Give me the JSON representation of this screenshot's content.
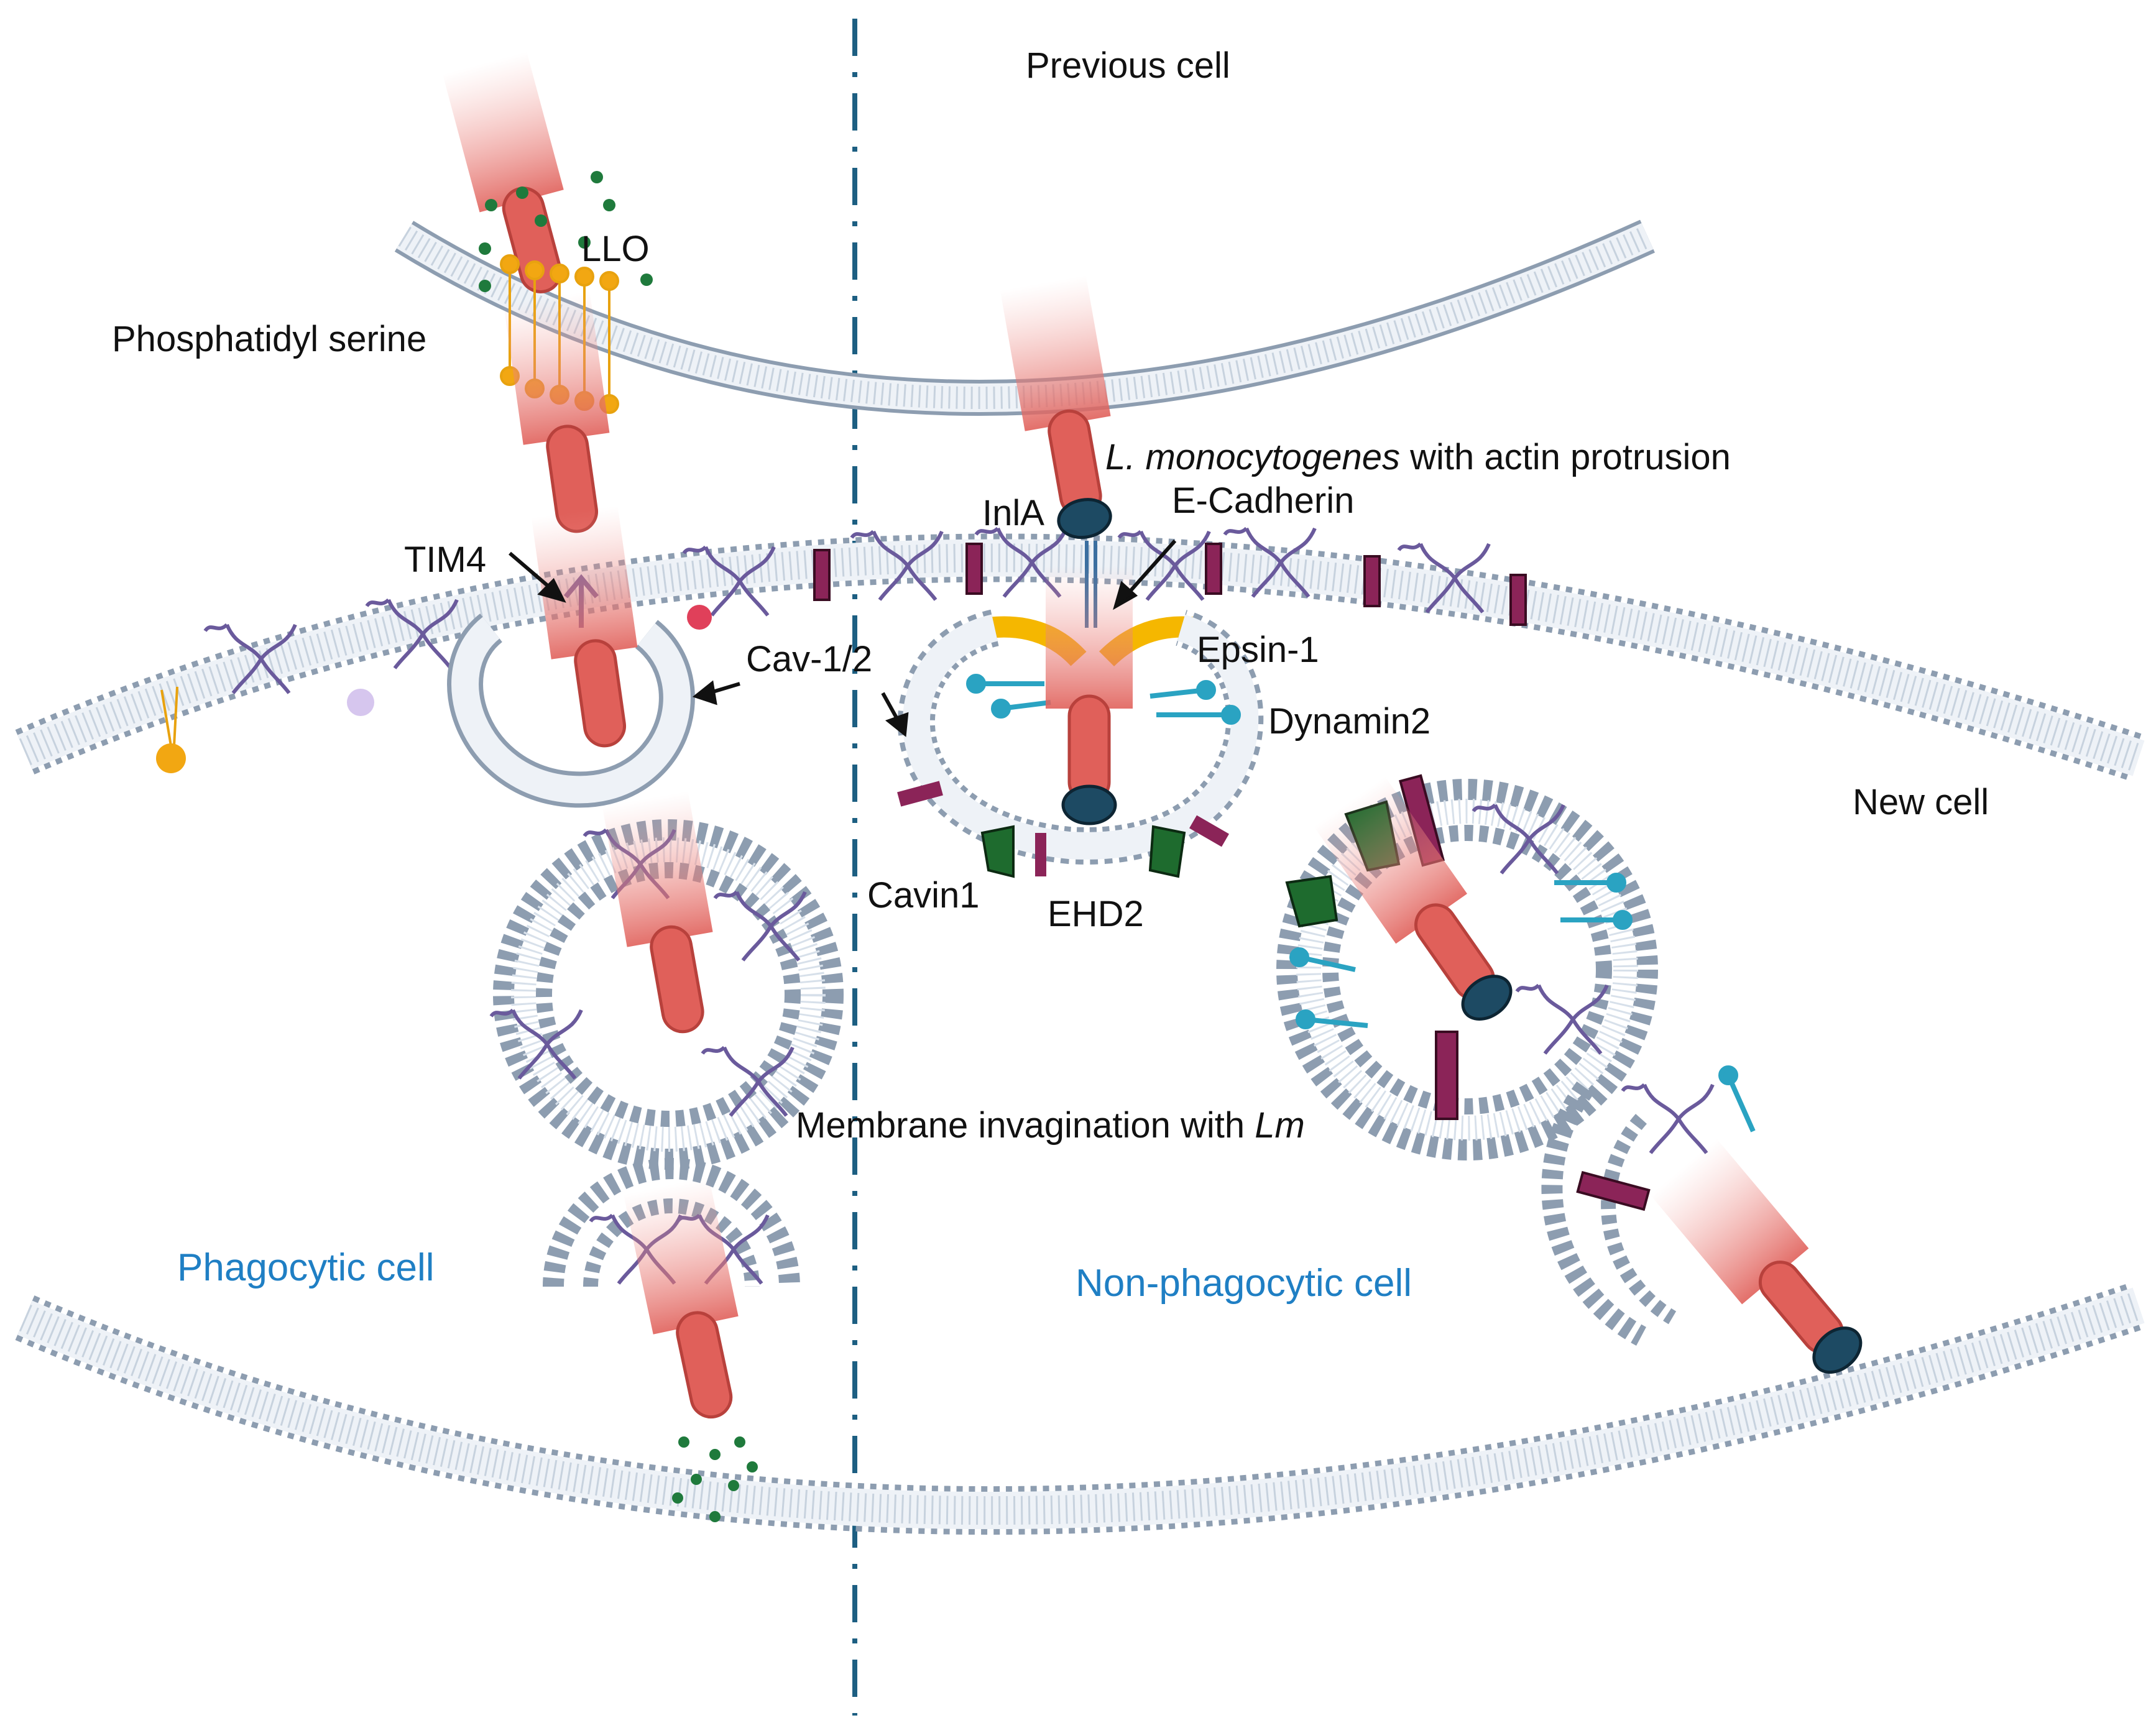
{
  "labels": {
    "previous_cell": "Previous cell",
    "llo": "LLO",
    "phosphatidyl_serine": "Phosphatidyl serine",
    "lm_italic": "L. monocytogenes",
    "lm_rest": " with actin protrusion",
    "inla": "InlA",
    "e_cadherin": "E-Cadherin",
    "tim4": "TIM4",
    "cav": "Cav-1/2",
    "epsin": "Epsin-1",
    "dynamin": "Dynamin2",
    "new_cell": "New cell",
    "cavin": "Cavin1",
    "ehd2": "EHD2",
    "invagination_main": "Membrane invagination with ",
    "invagination_italic": "Lm",
    "phagocytic": "Phagocytic cell",
    "non_phagocytic": "Non-phagocytic cell"
  },
  "colors": {
    "membrane_head": "#8d9db0",
    "membrane_fill": "#eef2f7",
    "bacterium": "#e0605a",
    "divider": "#1d5f82",
    "label_blue": "#1f7fc4"
  }
}
